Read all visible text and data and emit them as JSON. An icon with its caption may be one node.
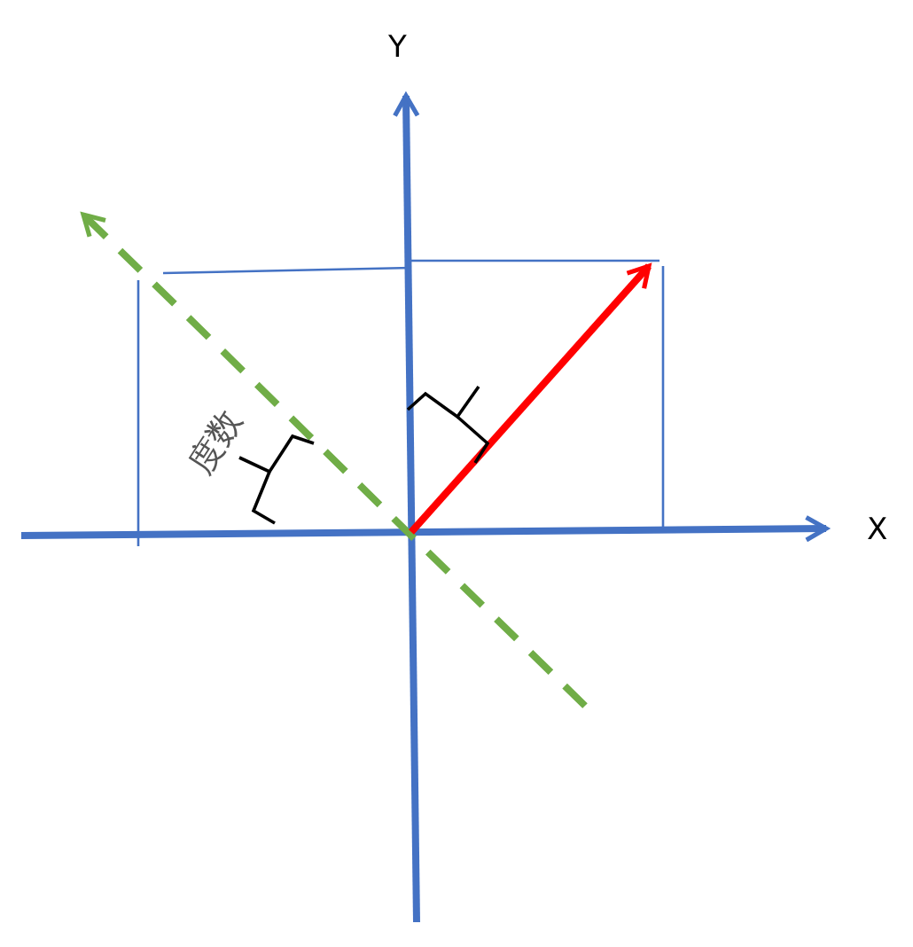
{
  "diagram": {
    "labels": [
      "Y",
      "X",
      "度数"
    ]
  }
}
